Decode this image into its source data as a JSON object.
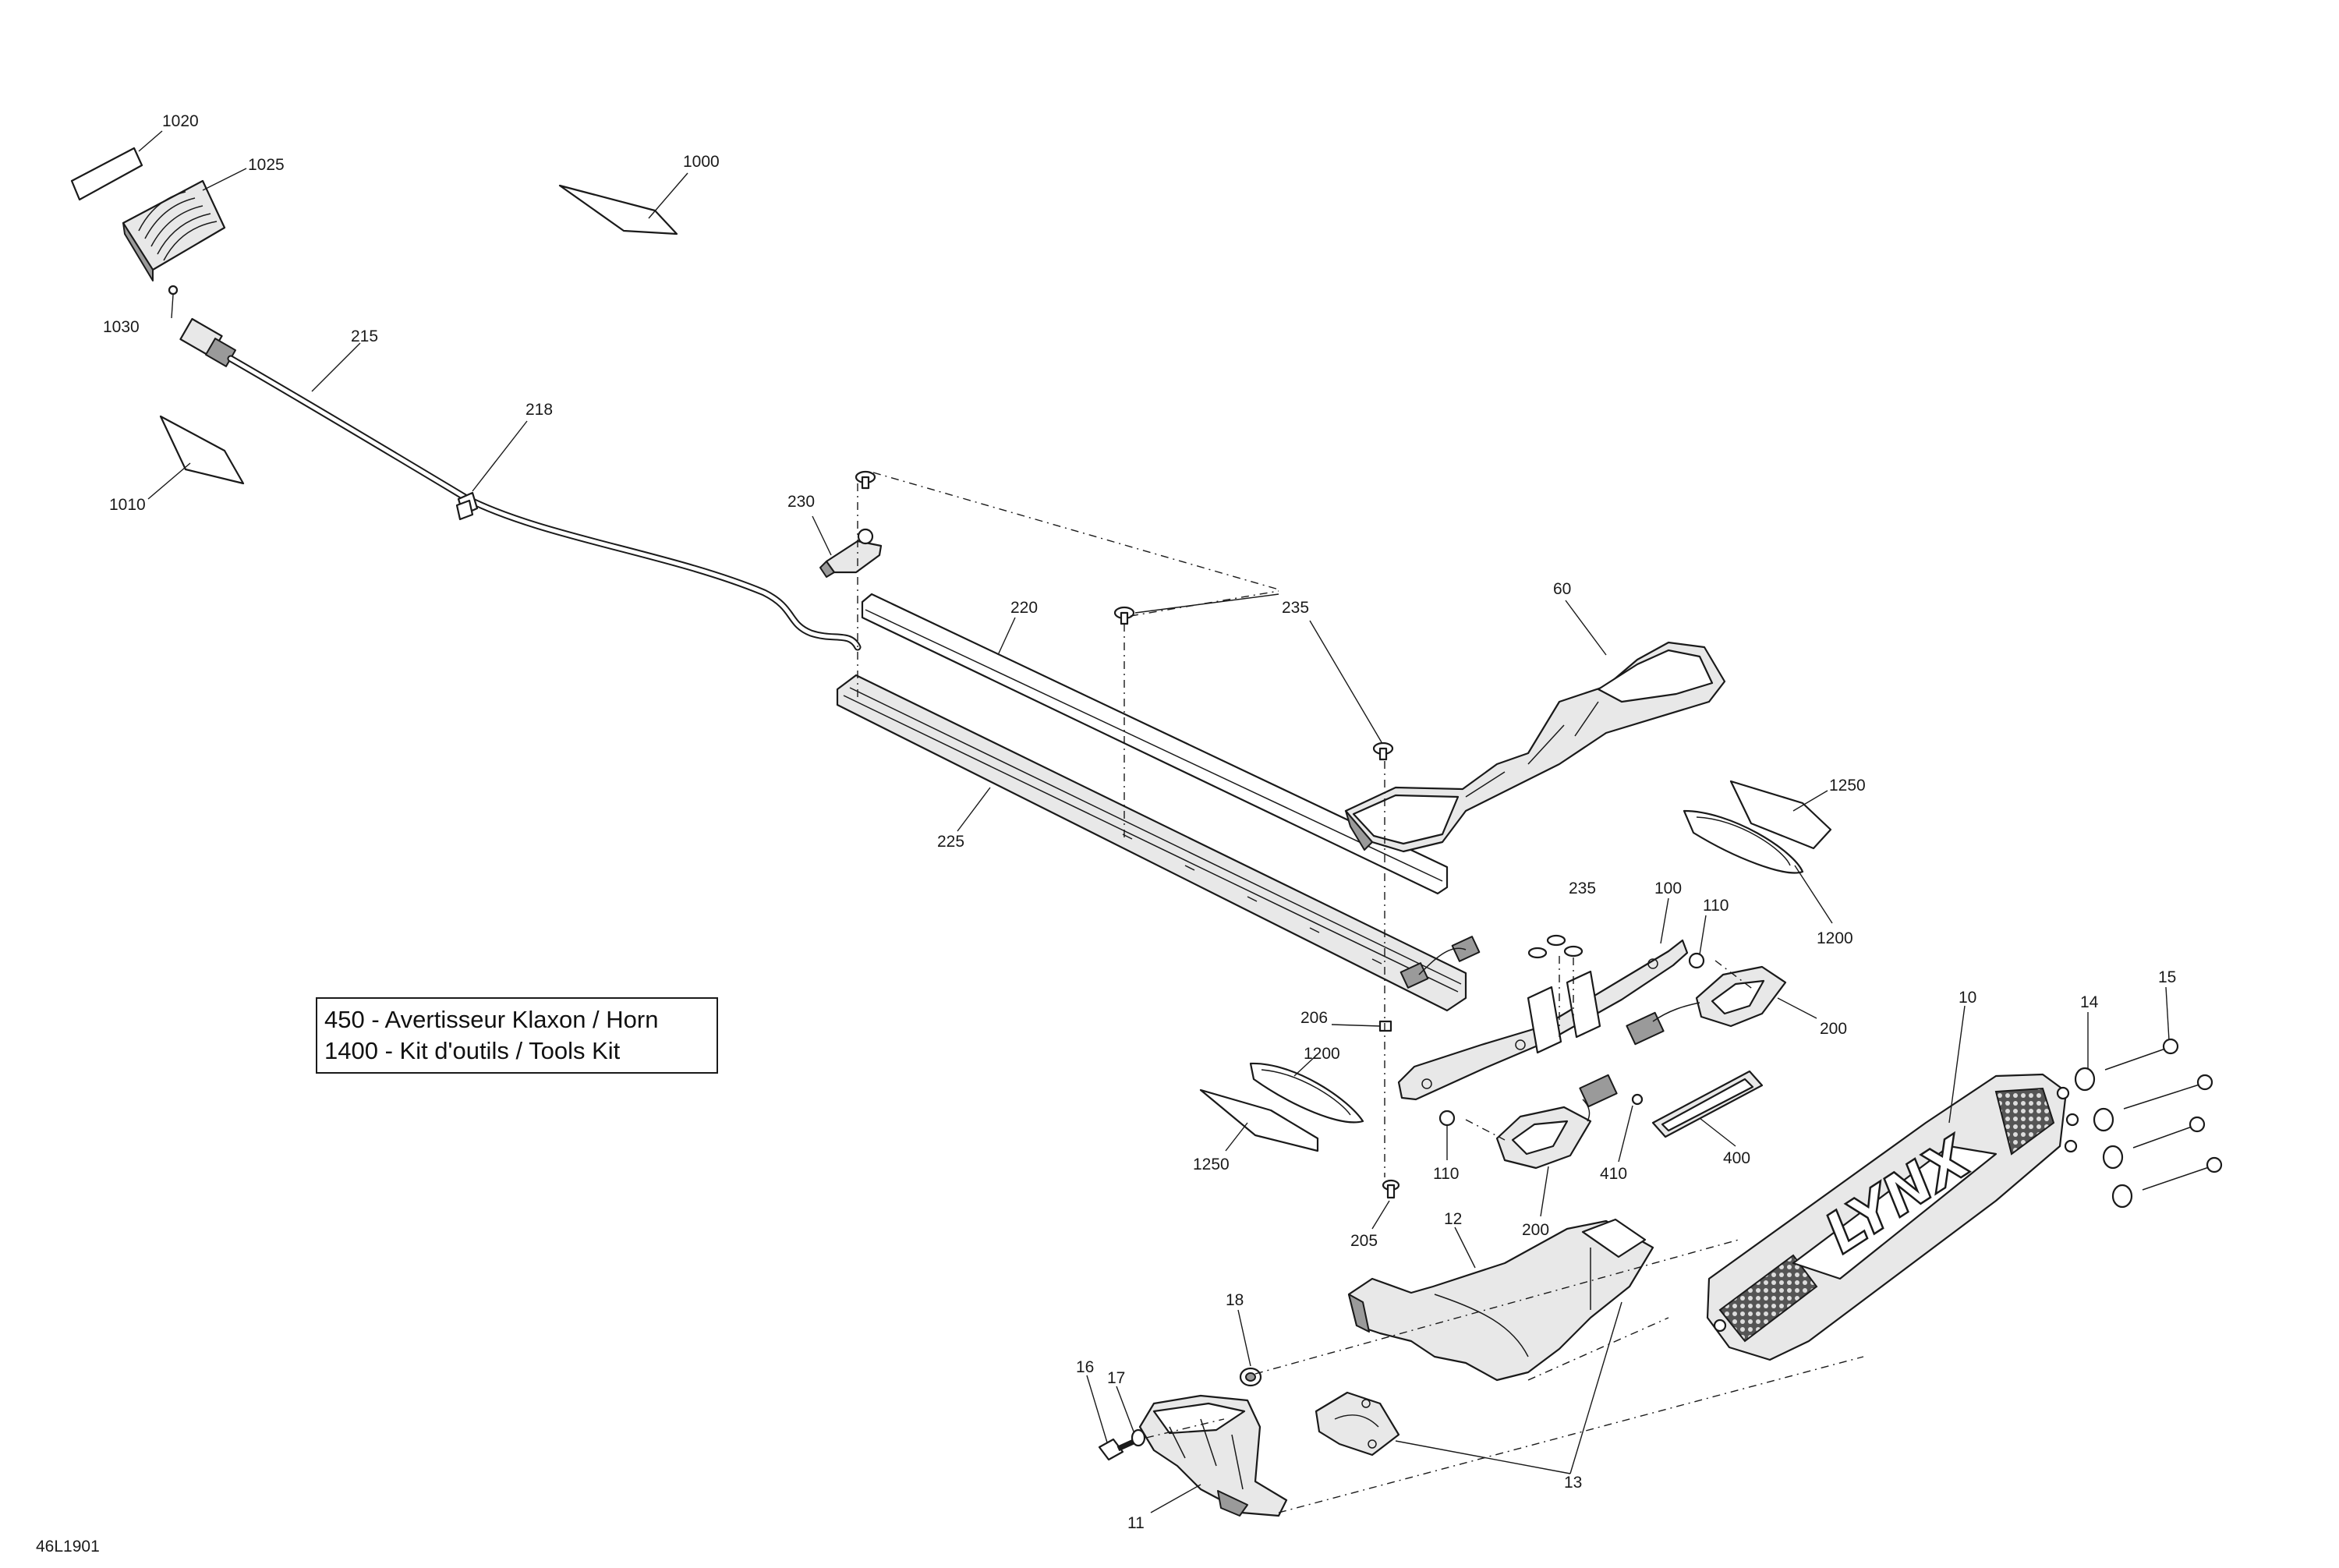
{
  "diagram_code": "46L1901",
  "legend_box": {
    "line1": "450 - Avertisseur Klaxon / Horn",
    "line2": "1400 - Kit d'outils / Tools Kit"
  },
  "callouts": {
    "p1020": "1020",
    "p1025": "1025",
    "p1030": "1030",
    "p1000": "1000",
    "p1010": "1010",
    "p215": "215",
    "p218": "218",
    "p230": "230",
    "p220": "220",
    "p235a": "235",
    "p235b": "235",
    "p225": "225",
    "p60": "60",
    "p1250a": "1250",
    "p1200a": "1200",
    "p100": "100",
    "p110a": "110",
    "p200a": "200",
    "p206": "206",
    "p1200b": "1200",
    "p1250b": "1250",
    "p205": "205",
    "p110b": "110",
    "p200b": "200",
    "p410": "410",
    "p400": "400",
    "p10": "10",
    "p14": "14",
    "p15": "15",
    "p12": "12",
    "p18": "18",
    "p16": "16",
    "p17": "17",
    "p11": "11",
    "p13": "13"
  },
  "brand_mark": "LYNX"
}
